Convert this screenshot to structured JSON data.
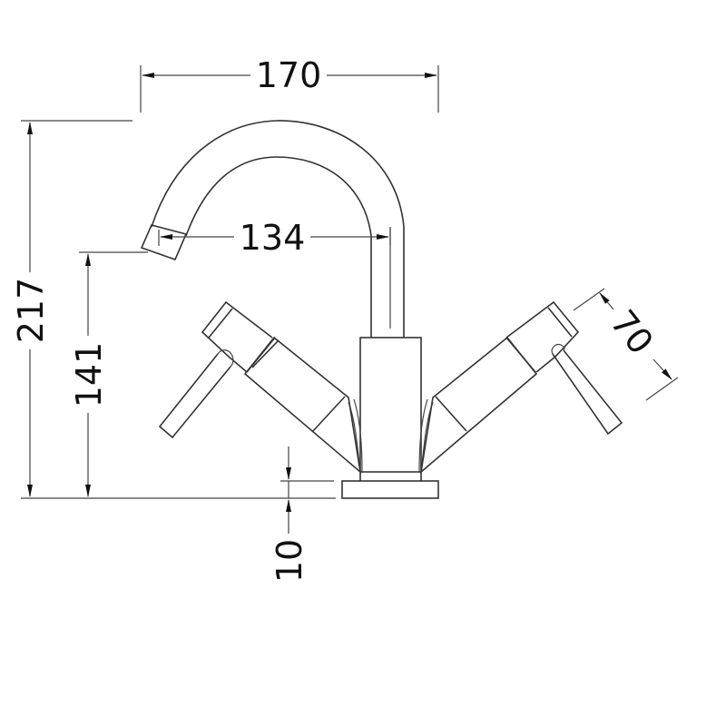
{
  "diagram": {
    "subject": "Basin mixer tap with cross-lever handles - technical dimension drawing",
    "units": "mm",
    "dimensions": {
      "overall_width": "170",
      "spout_reach": "134",
      "overall_height": "217",
      "spout_outlet_height": "141",
      "handle_length": "70",
      "base_plate_thickness": "10"
    },
    "colors": {
      "line": "#333333",
      "text": "#111111",
      "background": "#ffffff"
    }
  }
}
